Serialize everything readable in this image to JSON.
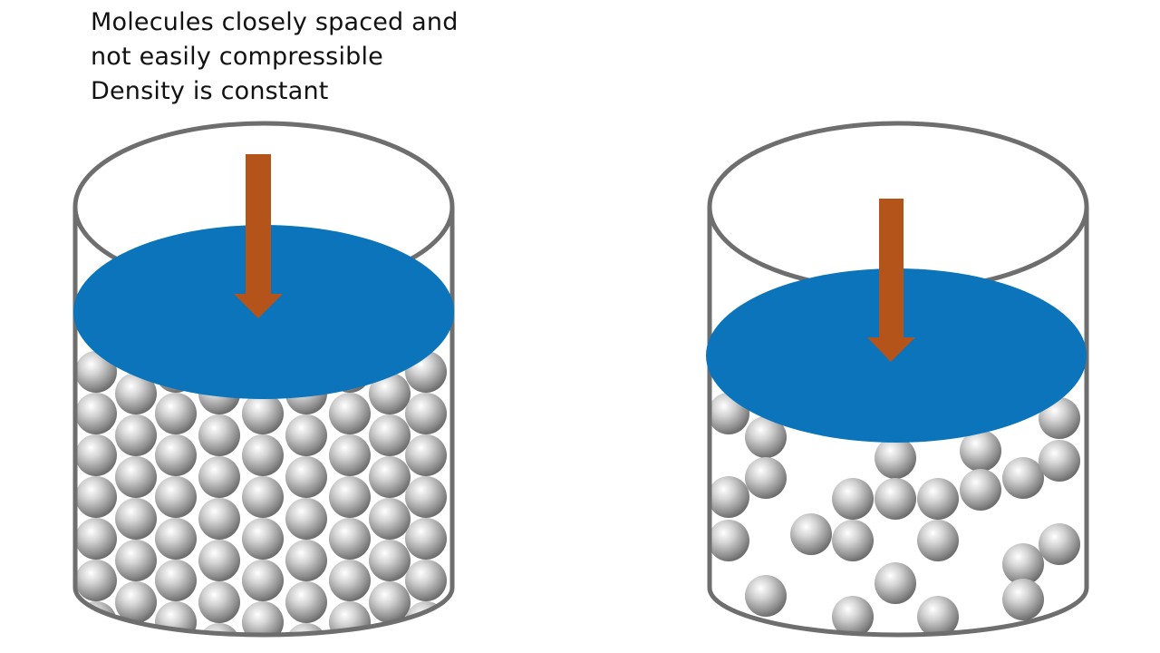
{
  "caption": {
    "line1": "Molecules closely spaced and",
    "line2": "not easily compressible",
    "line3": "Density is constant"
  },
  "colors": {
    "piston": "#0B74BA",
    "arrow": "#B5541A",
    "container_outline": "#6E6E6E",
    "molecule": "#A9A9A9",
    "background": "#FFFFFF"
  },
  "containers": [
    {
      "name": "liquid-container",
      "arrangement": "closely packed"
    },
    {
      "name": "gas-container",
      "arrangement": "widely spaced"
    }
  ]
}
